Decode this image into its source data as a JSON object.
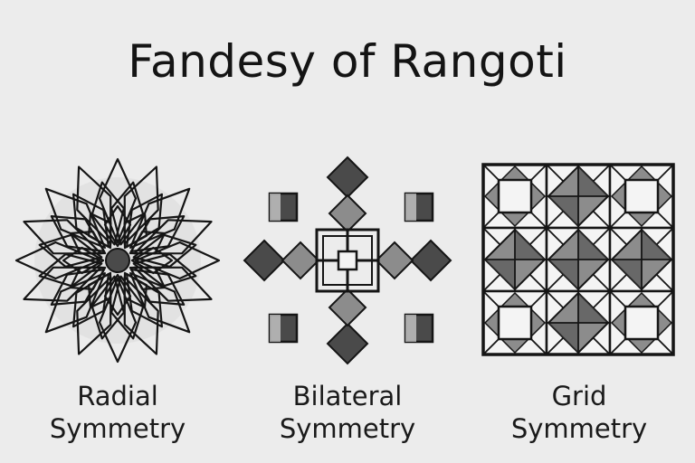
{
  "title": "Fandesy of Rangoti",
  "colors": {
    "background": "#ececec",
    "stroke": "#151515",
    "dark_fill": "#4a4a4a",
    "mid_fill": "#8c8c8c",
    "light_fill": "#f4f4f4"
  },
  "panels": [
    {
      "line1": "Radial",
      "line2": "Symmetry",
      "pattern": "radial-flower"
    },
    {
      "line1": "Bilateral",
      "line2": "Symmetry",
      "pattern": "bilateral-kolam"
    },
    {
      "line1": "Grid",
      "line2": "Symmetry",
      "pattern": "grid-tiles"
    }
  ]
}
